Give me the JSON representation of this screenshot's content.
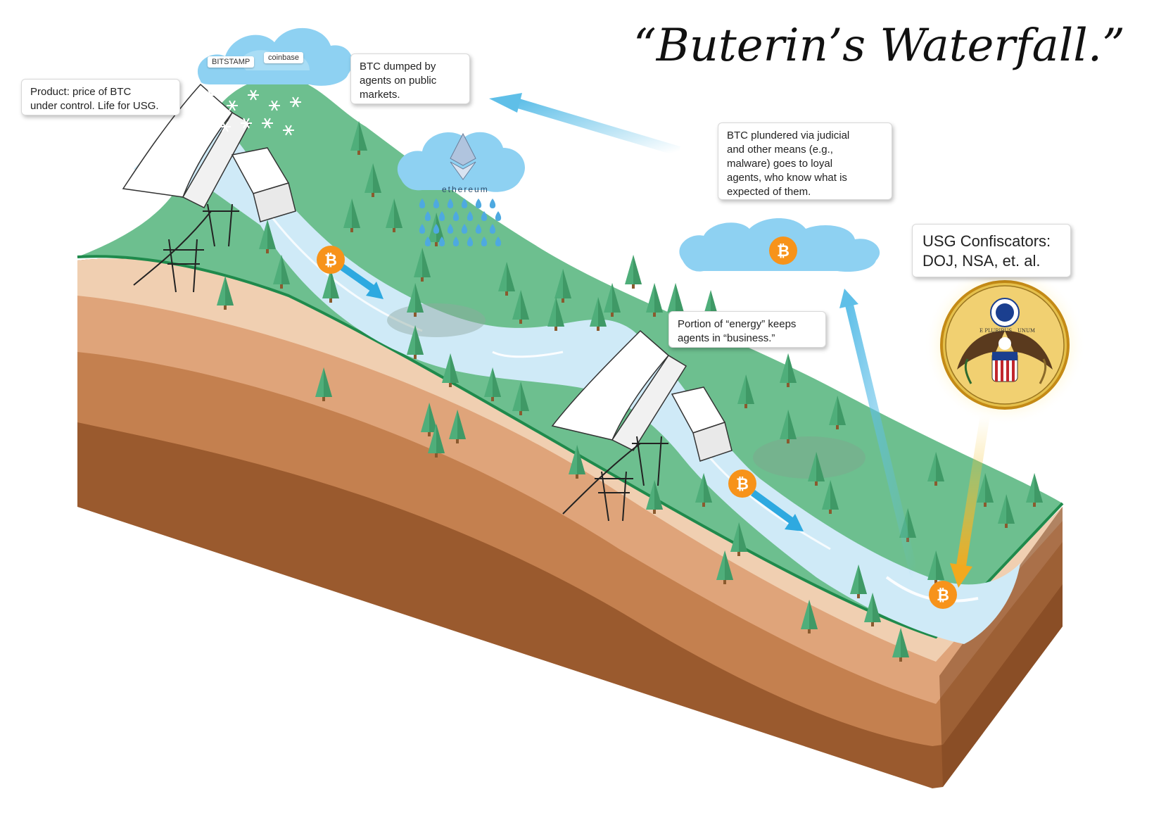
{
  "title": "“Buterin’s Waterfall.”",
  "callouts": {
    "product": "Product: price of BTC\nunder control. Life for USG.",
    "dumped": "BTC dumped by\nagents on public\nmarkets.",
    "plundered": "BTC plundered via judicial\nand other means (e.g.,\nmalware)  goes to loyal\nagents, who know what is\nexpected of them.",
    "energy": "Portion of “energy” keeps\nagents in “business.”",
    "confiscators": "USG Confiscators:\nDOJ, NSA, et. al."
  },
  "logos": {
    "bitstamp": "BITSTAMP",
    "coinbase": "coinbase",
    "ethereum": "ethereum"
  },
  "seal": {
    "motto_left": "E PLURIBUS",
    "motto_right": "UNUM"
  },
  "colors": {
    "grass": "#6dbf8f",
    "grass_edge": "#1f8a4c",
    "water": "#cfeaf7",
    "soil_top": "#f1d3b8",
    "soil_mid": "#d99a6c",
    "soil_dark": "#9a5a2e",
    "bitcoin": "#f7931a",
    "arrow_blue": "#3aaee0",
    "arrow_gold": "#f2b01e"
  },
  "icons": [
    "bitcoin-icon",
    "ethereum-icon",
    "snowflake-icon",
    "raindrop-icon",
    "tree-icon",
    "dam-icon",
    "power-tower-icon",
    "usg-seal-icon"
  ]
}
